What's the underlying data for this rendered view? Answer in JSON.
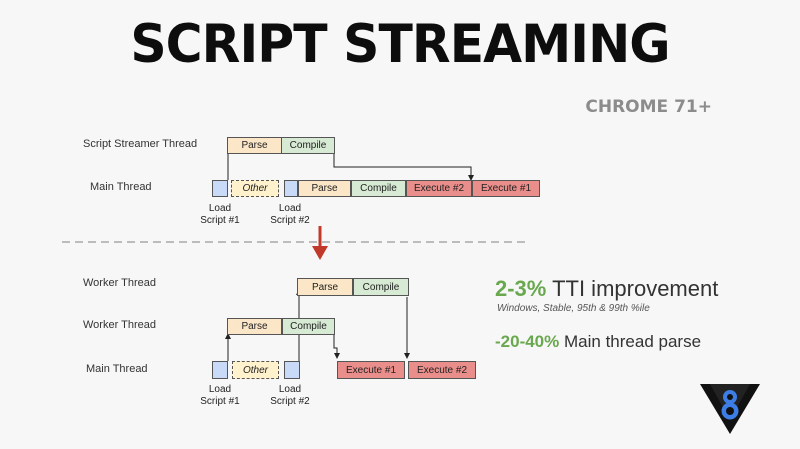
{
  "slide": {
    "title": "SCRIPT STREAMING",
    "subtitle": "CHROME 71+"
  },
  "before": {
    "streamer_label": "Script Streamer Thread",
    "main_label": "Main Thread",
    "parse": "Parse",
    "compile": "Compile",
    "other": "Other",
    "main_parse": "Parse",
    "main_compile": "Compile",
    "execute2": "Execute #2",
    "execute1": "Execute #1",
    "load1_a": "Load",
    "load1_b": "Script #1",
    "load2_a": "Load",
    "load2_b": "Script #2"
  },
  "after": {
    "worker1_label": "Worker Thread",
    "worker2_label": "Worker Thread",
    "main_label": "Main Thread",
    "w1_parse": "Parse",
    "w1_compile": "Compile",
    "w2_parse": "Parse",
    "w2_compile": "Compile",
    "other": "Other",
    "execute1": "Execute #1",
    "execute2": "Execute #2",
    "load1_a": "Load",
    "load1_b": "Script #1",
    "load2_a": "Load",
    "load2_b": "Script #2"
  },
  "stats": {
    "tti_value": "2-3%",
    "tti_text": "TTI improvement",
    "tti_note": "Windows, Stable, 95th & 99th %ile",
    "parse_value": "-20-40%",
    "parse_text": "Main thread parse"
  },
  "colors": {
    "parse": "#fbe6c7",
    "compile": "#d7ead3",
    "execute": "#e98e8b",
    "load": "#c9daf8",
    "other": "#fff2cc",
    "highlight": "#6aa84f",
    "arrow_red": "#c0392b",
    "logo_blue": "#3d7ee6"
  },
  "logo": {
    "icon": "v8-logo-icon",
    "glyph": "8"
  }
}
